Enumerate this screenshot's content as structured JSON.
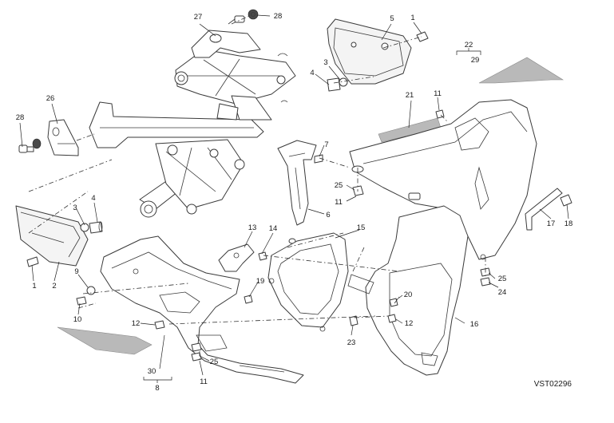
{
  "diagram_code": "VST02296",
  "callouts": [
    "27",
    "28",
    "5",
    "1",
    "22",
    "29",
    "3",
    "4",
    "26",
    "28",
    "21",
    "11",
    "7",
    "25",
    "11",
    "4",
    "3",
    "6",
    "17",
    "18",
    "1",
    "2",
    "9",
    "10",
    "13",
    "14",
    "15",
    "19",
    "12",
    "30",
    "8",
    "25",
    "11",
    "23",
    "20",
    "12",
    "16",
    "25",
    "24"
  ]
}
